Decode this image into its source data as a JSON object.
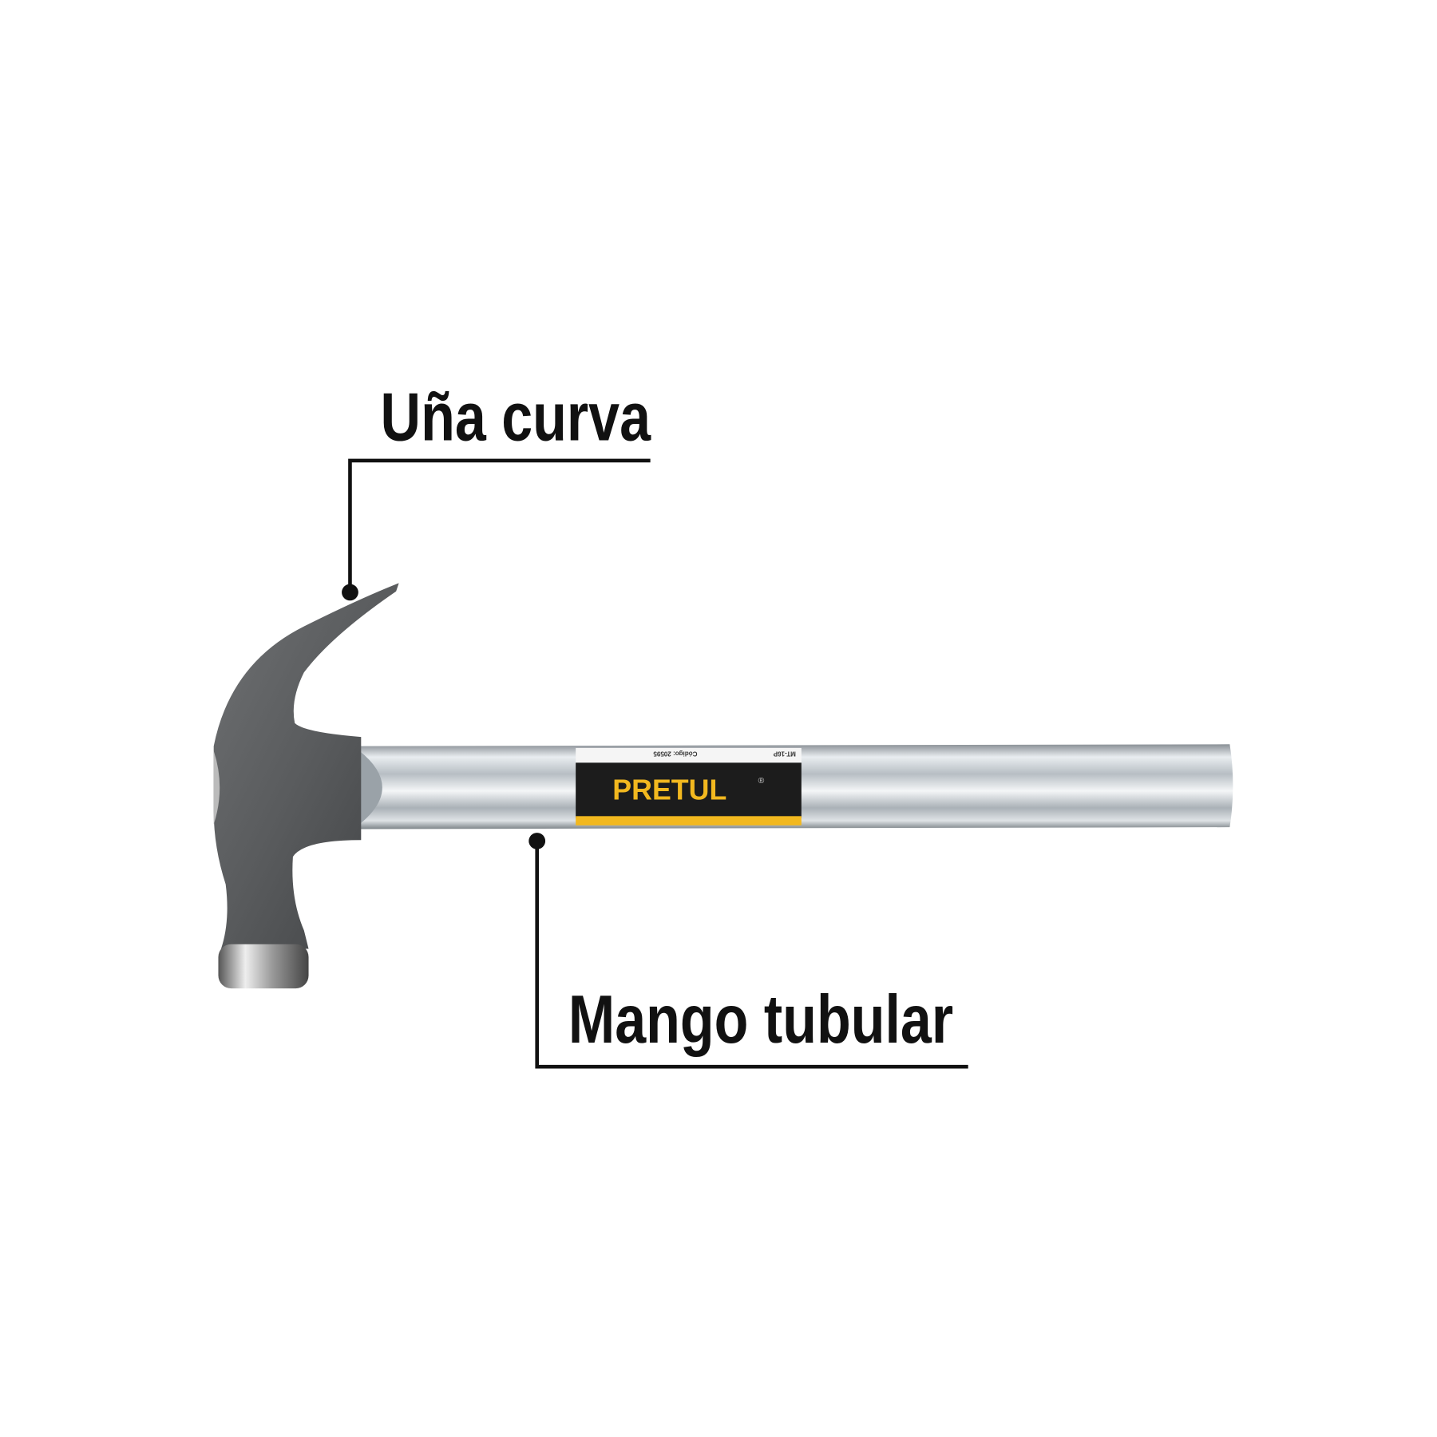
{
  "callouts": {
    "claw": "Uña curva",
    "handle": "Mango tubular"
  },
  "product_label": {
    "brand": "PRETUL",
    "registered": "®",
    "code": "Código: 20595",
    "model": "MT-16P"
  },
  "colors": {
    "brand_yellow": "#f2b81f",
    "label_black": "#1c1c1c",
    "callout_line": "#111111"
  }
}
